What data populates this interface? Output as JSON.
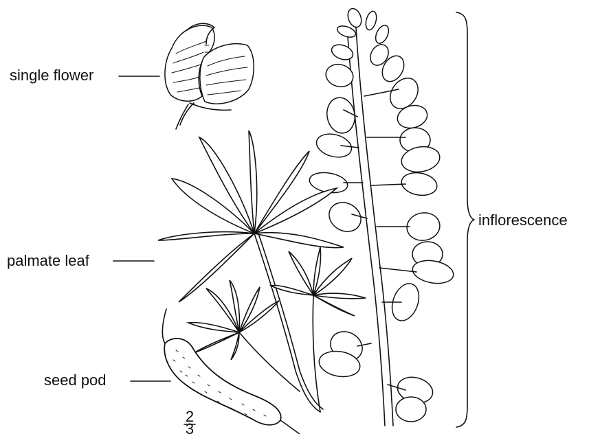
{
  "labels": {
    "single_flower": "single flower",
    "palmate_leaf": "palmate leaf",
    "seed_pod": "seed pod",
    "inflorescence": "inflorescence"
  },
  "scale": {
    "numerator": "2",
    "denominator": "3"
  }
}
